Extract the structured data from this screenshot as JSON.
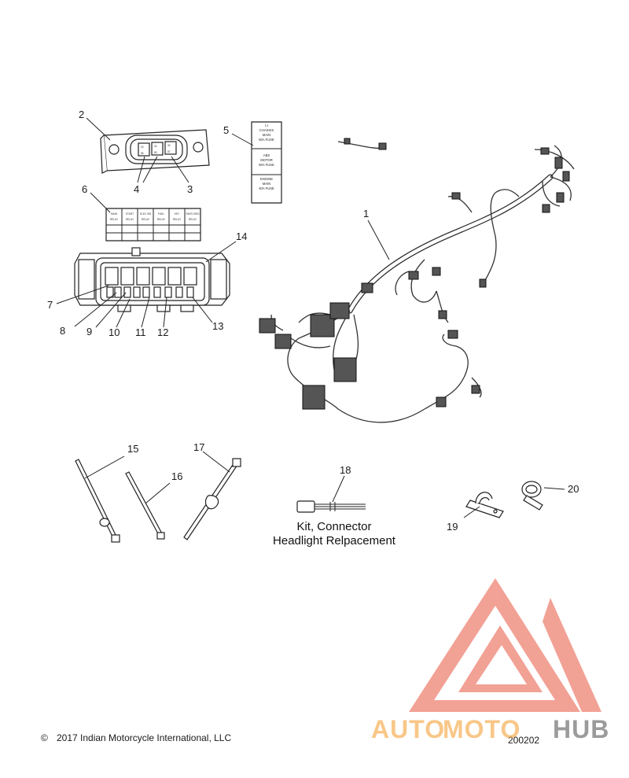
{
  "callouts": {
    "c1": "1",
    "c2": "2",
    "c3": "3",
    "c4": "4",
    "c5": "5",
    "c6": "6",
    "c7": "7",
    "c8": "8",
    "c9": "9",
    "c10": "10",
    "c11": "11",
    "c12": "12",
    "c13": "13",
    "c14": "14",
    "c15": "15",
    "c16": "16",
    "c17": "17",
    "c18": "18",
    "c19": "19",
    "c20": "20"
  },
  "fuse_label": {
    "line1": "LI",
    "line2": "CHASSIS",
    "line3": "MAIN",
    "line4": "50A FUSE",
    "line5": "ABS",
    "line6": "MOTOR",
    "line7": "50A FUSE",
    "line8": "ENGINE",
    "line9": "MAIN",
    "line10": "40A FUSE"
  },
  "relay_label": {
    "r1": "MAIN",
    "r2": "START",
    "r3": "ELEC SW",
    "r4": "FUEL",
    "r5": "KEY",
    "r6": "SWITCHED",
    "s1": "RELAY",
    "s2": "RELAY",
    "s3": "RELAY",
    "s4": "RELAY",
    "s5": "RELAY",
    "s6": "RELAY"
  },
  "fuse_block_cells": {
    "a": "30",
    "b": "30",
    "c": "30",
    "d": "85",
    "e": "85",
    "f": "87"
  },
  "kit": {
    "line1": "Kit, Connector",
    "line2": "Headlight Relpacement"
  },
  "footer": {
    "copyright_symbol": "©",
    "copyright": "2017 Indian Motorcycle International, LLC",
    "diagram_number": "200202"
  },
  "brand": {
    "part1": "AUTO",
    "part2": "MOTO",
    "part3": "HUB"
  },
  "colors": {
    "watermark_red": "#e8553f",
    "watermark_orange": "#f4a23a",
    "watermark_gray": "#5a5a5a"
  }
}
